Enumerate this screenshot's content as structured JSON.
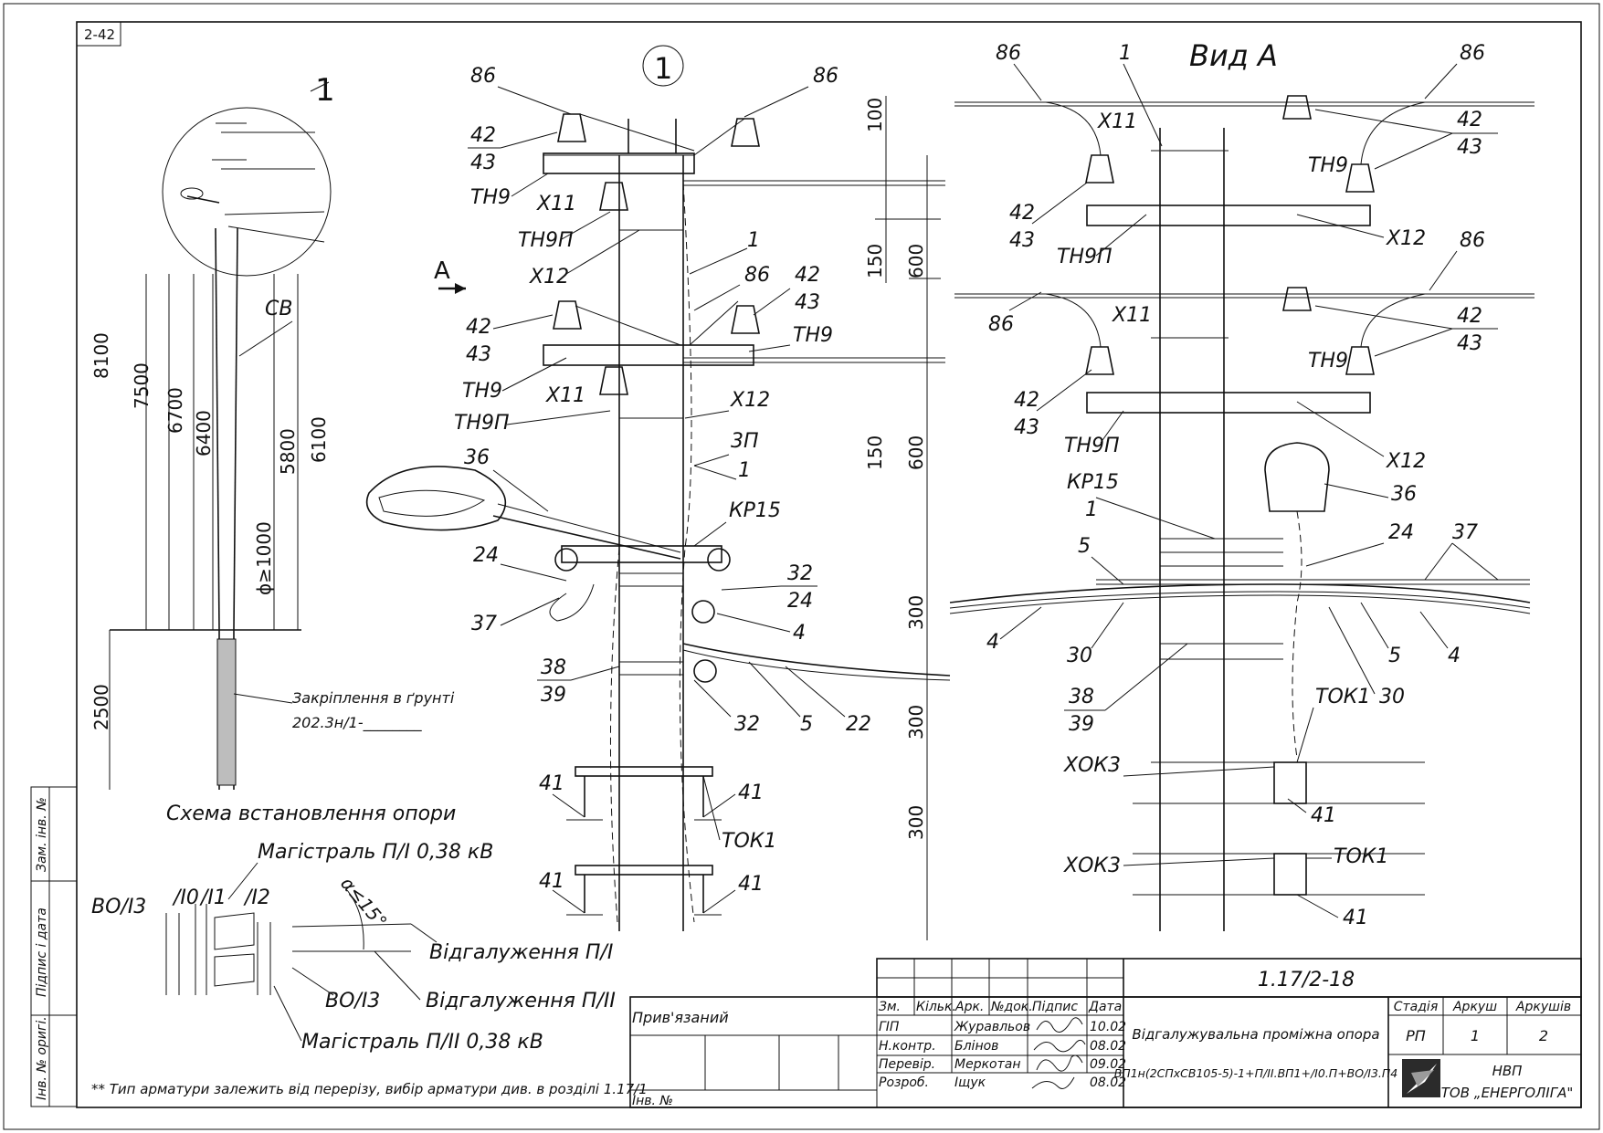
{
  "sheet": {
    "code": "2-42"
  },
  "callout": {
    "number": "1"
  },
  "view": {
    "title": "Вид А",
    "arrow_label": "А"
  },
  "scheme": {
    "title": "Схема встановлення опори",
    "dims": [
      "8100",
      "7500",
      "6700",
      "6400",
      "5800",
      "6100",
      "2500"
    ],
    "dia": "ϕ≥1000",
    "label_cb": "СВ",
    "ground_note_1": "Закріплення в ґрунті",
    "ground_note_2": "202.3н/1-________"
  },
  "plan": {
    "main_1": "Магістраль П/І 0,38 кВ",
    "main_2": "Магістраль П/ІІ 0,38 кВ",
    "branch_1": "Відгалуження П/І",
    "branch_2": "Відгалуження П/ІІ",
    "vo13_a": "ВО/І3",
    "vo13_b": "ВО/І3",
    "l0": "/І0",
    "l1": "/І1",
    "l2": "/І2",
    "angle": "α≤15°"
  },
  "footnote": "** Тип арматури залежить від перерізу, вибір арматури див. в розділі 1.17/1",
  "side_stamp": {
    "c1": "Зам. інв. №",
    "c2": "Підпис і дата",
    "c3": "Інв. № оригі."
  },
  "elevation": {
    "dims": {
      "d100": "100",
      "d150a": "150",
      "d600a": "600",
      "d150b": "150",
      "d600b": "600",
      "d300a": "300",
      "d300b": "300",
      "d300c": "300"
    },
    "labels": {
      "p86a": "86",
      "p86b": "86",
      "p86c": "86",
      "p42a": "42",
      "p43a": "43",
      "p42b": "42",
      "p43b": "43",
      "p42c": "42",
      "p43c": "43",
      "th9a": "ТН9",
      "th9b": "ТН9",
      "th9c": "ТН9",
      "x11a": "Х11",
      "x11b": "Х11",
      "th9pa": "ТН9П",
      "th9pb": "ТН9П",
      "x12a": "Х12",
      "x12b": "Х12",
      "p1a": "1",
      "p1b": "1",
      "p3p": "3П",
      "p36": "36",
      "kr15": "КР15",
      "p24a": "24",
      "p24b": "24",
      "p32a": "32",
      "p32b": "32",
      "p4": "4",
      "p37": "37",
      "p38": "38",
      "p39": "39",
      "p5": "5",
      "p22": "22",
      "p41a": "41",
      "p41b": "41",
      "p41c": "41",
      "p41d": "41",
      "tok1": "ТОК1"
    }
  },
  "viewA": {
    "labels": {
      "p86a": "86",
      "p86b": "86",
      "p86c": "86",
      "p86d": "86",
      "p1a": "1",
      "p1b": "1",
      "x11a": "Х11",
      "x11b": "Х11",
      "p42a": "42",
      "p43a": "43",
      "p42b": "42",
      "p43b": "43",
      "p42c": "42",
      "p43c": "43",
      "p42d": "42",
      "p43d": "43",
      "th9a": "ТН9",
      "th9b": "ТН9",
      "th9pa": "ТН9П",
      "th9pb": "ТН9П",
      "x12a": "Х12",
      "x12b": "Х12",
      "kr15": "КР15",
      "p36": "36",
      "p24": "24",
      "p37": "37",
      "p5a": "5",
      "p5b": "5",
      "p4a": "4",
      "p4b": "4",
      "p30a": "30",
      "p30b": "30",
      "p38": "38",
      "p39": "39",
      "tok1a": "ТОК1",
      "tok1b": "ТОК1",
      "xok3a": "ХОК3",
      "xok3b": "ХОК3",
      "p41a": "41",
      "p41b": "41"
    }
  },
  "title_block": {
    "doc_code": "1.17/2-18",
    "attached": "Прив'язаний",
    "inv_no": "Інв. №",
    "headers": [
      "Зм.",
      "Кільк.",
      "Арк.",
      "№док.",
      "Підпис",
      "Дата"
    ],
    "rows": [
      {
        "role": "ГІП",
        "name": "Журавльов",
        "date": "10.02"
      },
      {
        "role": "Н.контр.",
        "name": "Блінов",
        "date": "08.02"
      },
      {
        "role": "Перевір.",
        "name": "Меркотан",
        "date": "09.02"
      },
      {
        "role": "Розроб.",
        "name": "Іщук",
        "date": "08.02"
      }
    ],
    "description_1": "Відгалужувальна проміжна опора",
    "description_2": "ВП1н(2СПхСВ105-5)-1+П/ІІ.ВП1+/І0.П+ВО/І3.П4",
    "stage_h": "Стадія",
    "sheet_h": "Аркуш",
    "sheets_h": "Аркушів",
    "stage": "РП",
    "sheet": "1",
    "sheets": "2",
    "org_1": "НВП",
    "org_2": "ТОВ „ЕНЕРГОЛІГА\""
  }
}
